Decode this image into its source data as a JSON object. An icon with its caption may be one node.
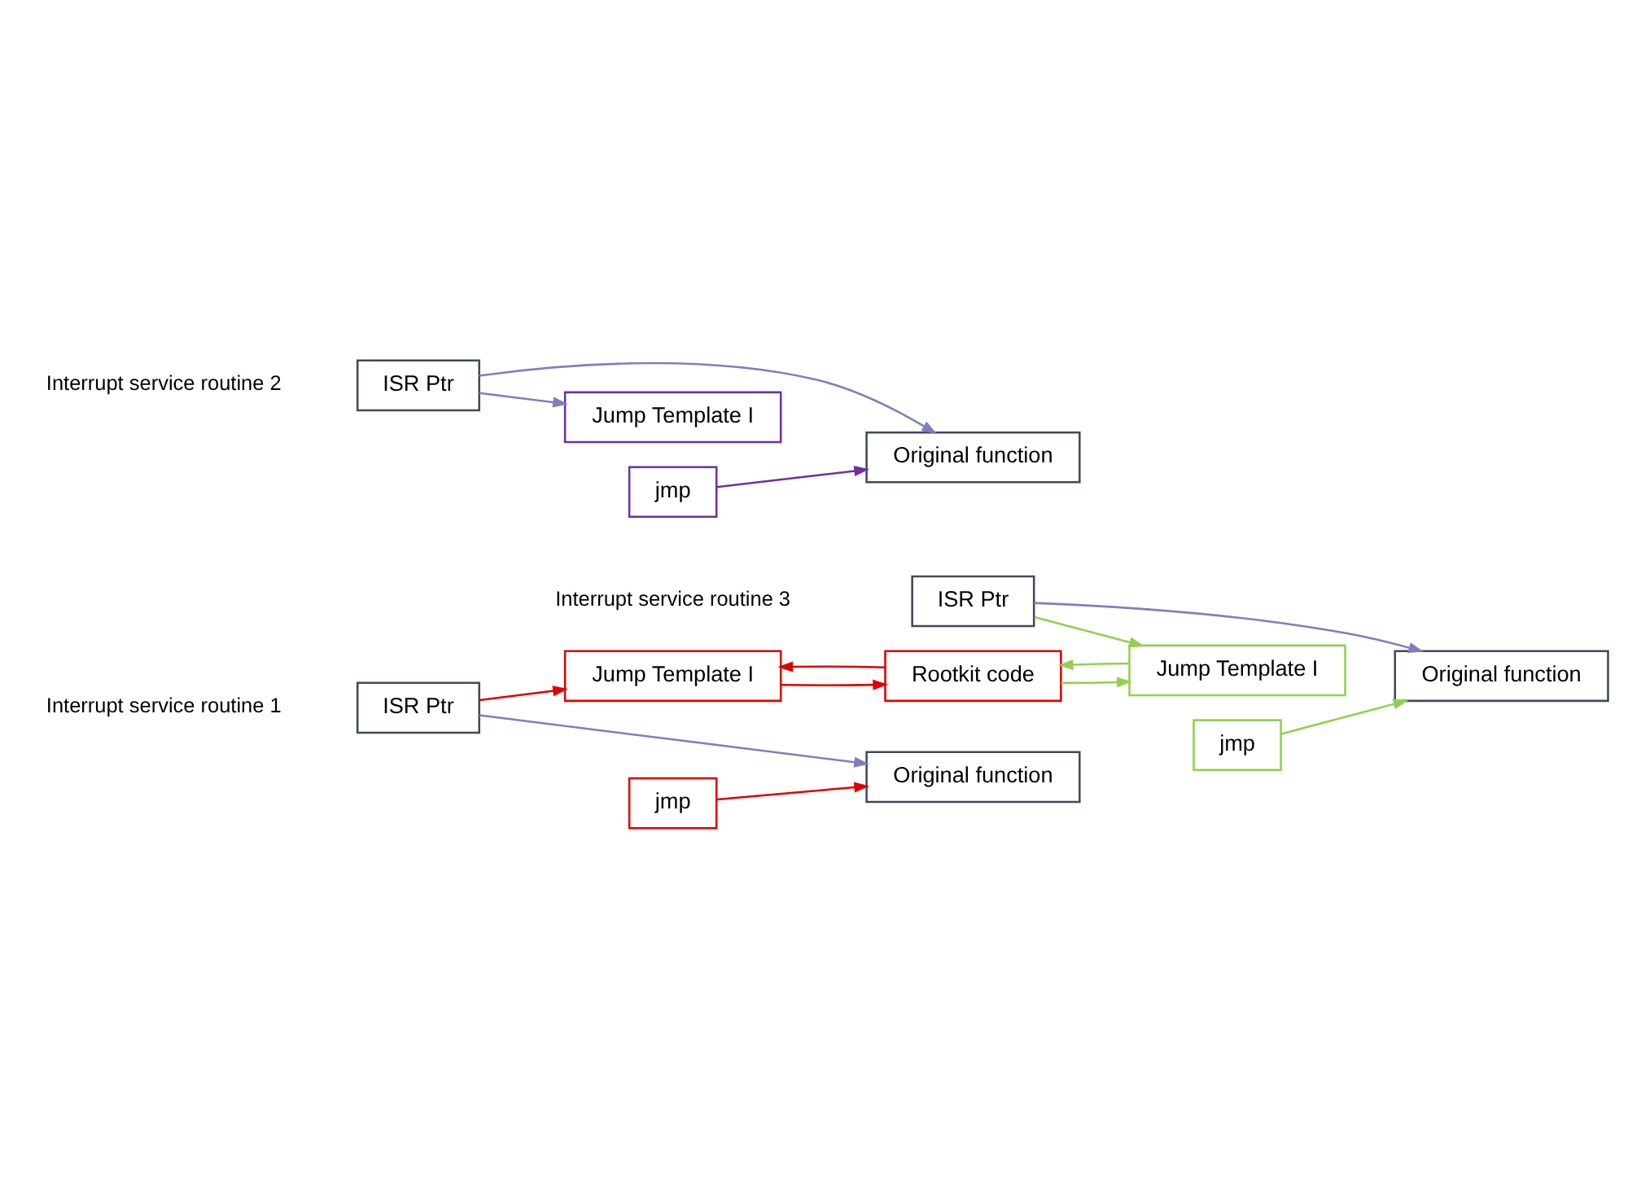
{
  "diagram": {
    "nodes": [
      {
        "text": [
          "ISR Ptr"
        ]
      },
      {
        "text": [
          "Original function"
        ]
      },
      {
        "text": [
          "Jump Template I"
        ]
      },
      {
        "text": [
          "jmp"
        ]
      },
      {
        "text": [
          "Rootkit code"
        ]
      },
      {
        "text": [
          "ISR Ptr"
        ]
      },
      {
        "text": [
          "Original function"
        ]
      },
      {
        "text": [
          "Jump Template I"
        ]
      },
      {
        "text": [
          "jmp"
        ]
      },
      {
        "text": [
          "ISR Ptr"
        ]
      },
      {
        "text": [
          "Original function"
        ]
      },
      {
        "text": [
          "Jump Template I"
        ]
      },
      {
        "text": [
          "jmp"
        ]
      }
    ],
    "edges": [
      {
        "from": 0,
        "to": 1,
        "arrow": "to"
      },
      {
        "from": 0,
        "to": 2,
        "arrow": "to",
        "color": "#e00000"
      },
      {
        "from": 3,
        "to": 1,
        "arrow": "to",
        "color": "#e00000"
      },
      {
        "from": 2,
        "to": 4,
        "arrow": "to",
        "color": "#e00000"
      },
      {
        "from": 4,
        "to": 2,
        "arrow": "to",
        "color": "#e00000"
      },
      {
        "from": 5,
        "to": 6,
        "arrow": "to"
      },
      {
        "from": 5,
        "to": 7,
        "arrow": "to"
      },
      {
        "from": 8,
        "to": 6,
        "arrow": "to",
        "color": "#7030a0"
      },
      {
        "from": 9,
        "to": 10,
        "arrow": "to"
      },
      {
        "from": 9,
        "to": 11,
        "arrow": "to",
        "color": "#92d050"
      },
      {
        "from": 12,
        "to": 10,
        "arrow": "to",
        "color": "#92d050"
      },
      {
        "from": 4,
        "to": 11,
        "arrow": "to",
        "color": "#92d050"
      },
      {
        "from": 11,
        "to": 4,
        "arrow": "to",
        "color": "#92d050"
      }
    ],
    "labels": [
      "Interrupt service routine 1",
      "Interrupt service routine 2",
      "Interrupt service routine 3"
    ]
  }
}
